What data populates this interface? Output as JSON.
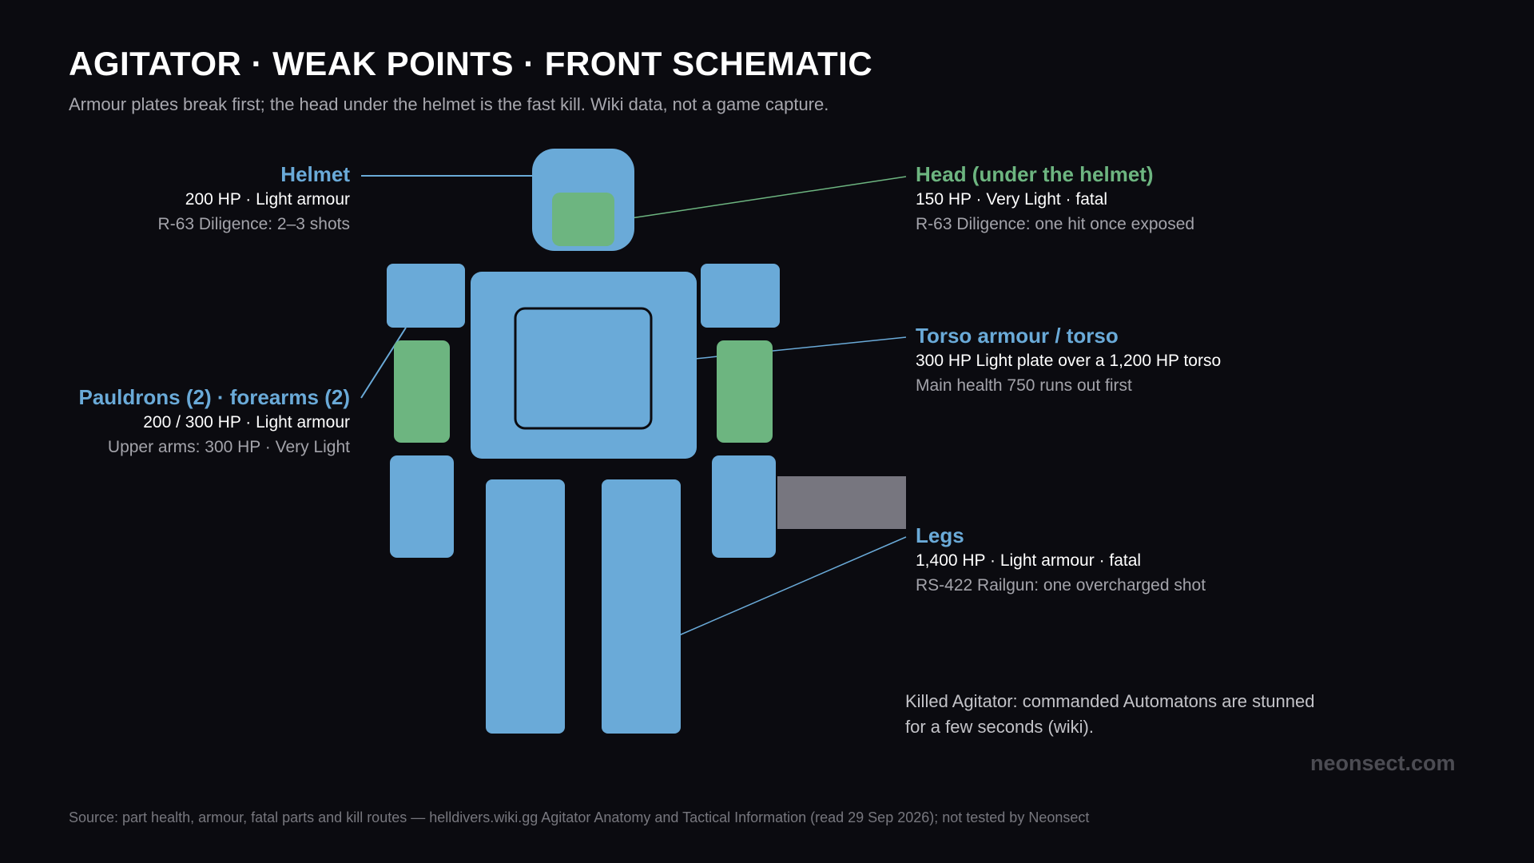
{
  "title": "AGITATOR · WEAK POINTS · FRONT SCHEMATIC",
  "subtitle": "Armour plates break first; the head under the helmet is the fast kill. Wiki data, not a game capture.",
  "colors": {
    "armour": "#6aaad8",
    "weak_point": "#6db580",
    "weapon": "#77767f",
    "background": "#0b0b10"
  },
  "labels": {
    "helmet": {
      "name": "Helmet",
      "stats": "200 HP · Light armour",
      "note": "R-63 Diligence: 2–3 shots"
    },
    "pauldrons": {
      "name": "Pauldrons (2) · forearms (2)",
      "stats": "200 / 300 HP · Light armour",
      "note": "Upper arms: 300 HP · Very Light"
    },
    "head": {
      "name": "Head (under the helmet)",
      "stats": "150 HP · Very Light · fatal",
      "note": "R-63 Diligence: one hit once exposed"
    },
    "torso": {
      "name": "Torso armour / torso",
      "stats": "300 HP Light plate over a 1,200 HP torso",
      "note": "Main health 750 runs out first"
    },
    "legs": {
      "name": "Legs",
      "stats": "1,400 HP · Light armour · fatal",
      "note": "RS-422 Railgun: one overcharged shot"
    }
  },
  "footnote": "Killed Agitator: commanded Automatons are stunned for a few seconds (wiki).",
  "brand": "neonsect.com",
  "source": "Source: part health, armour, fatal parts and kill routes — helldivers.wiki.gg Agitator Anatomy and Tactical Information (read 29 Sep 2026); not tested by Neonsect"
}
